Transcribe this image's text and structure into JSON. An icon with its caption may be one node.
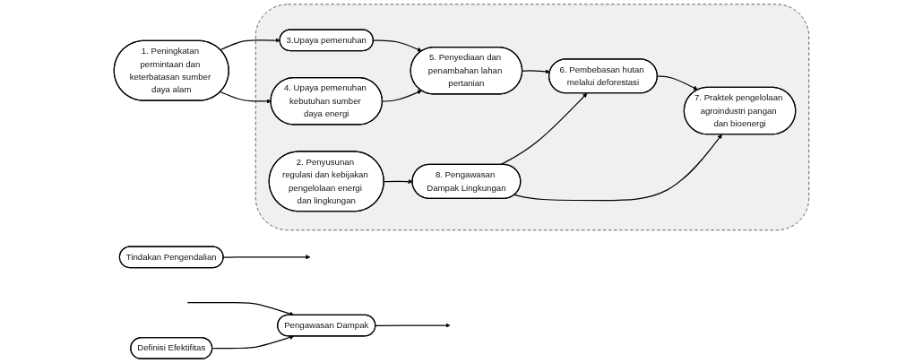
{
  "diagram": {
    "nodes": [
      {
        "text": [],
        "shape": "ellipse"
      },
      {
        "text": [
          "1. Peningkatan permintaan dan keterbatasan sumber daya alam"
        ]
      },
      {
        "text": [
          "4. Upaya pemenuhan kebutuhan sumber daya energi"
        ],
        "in": 0
      },
      {
        "text": [
          "7. Praktek pengelolaan agroindustri pangan dan bioenergi"
        ],
        "in": 0
      },
      {
        "text": [
          "3.Upaya pemenuhan"
        ],
        "in": 0
      },
      {
        "text": [
          "6. Pembebasan hutan melalui deforestasi"
        ],
        "in": 0
      },
      {
        "text": [
          "5. Penyediaan dan penambahan lahan pertanian"
        ],
        "in": 0
      },
      {
        "text": [
          "2. Penyusunan regulasi dan kebijakan pengelolaan energi dan lingkungan"
        ],
        "in": 0
      },
      {
        "text": [
          "8. Pengawasan Dampak Lingkungan"
        ],
        "in": 0
      },
      {
        "text": [
          "Tindakan Pengendalian"
        ]
      },
      {
        "text": [
          "Pengawasan Dampak"
        ]
      },
      {
        "text": [
          "Definisi Efektifitas"
        ]
      }
    ],
    "edges": [
      {
        "from": 1,
        "to": 2,
        "arrow": "to"
      },
      {
        "from": 1,
        "to": 4,
        "arrow": "to"
      },
      {
        "from": 4,
        "to": 6,
        "arrow": "to"
      },
      {
        "from": 2,
        "to": 6,
        "arrow": "to"
      },
      {
        "from": 6,
        "to": 5,
        "arrow": "to"
      },
      {
        "from": 5,
        "to": 3,
        "arrow": "to"
      },
      {
        "from": 8,
        "to": 5,
        "arrow": "to"
      },
      {
        "from": 8,
        "to": 3,
        "arrow": "to"
      },
      {
        "from": 7,
        "to": 8,
        "arrow": "to"
      },
      {
        "from": null,
        "to": 10,
        "arrow": "to"
      },
      {
        "from": 10,
        "to": null,
        "arrow": "to"
      },
      {
        "from": 9,
        "to": null,
        "arrow": "to"
      },
      {
        "from": 11,
        "to": 10,
        "arrow": "to"
      }
    ]
  }
}
